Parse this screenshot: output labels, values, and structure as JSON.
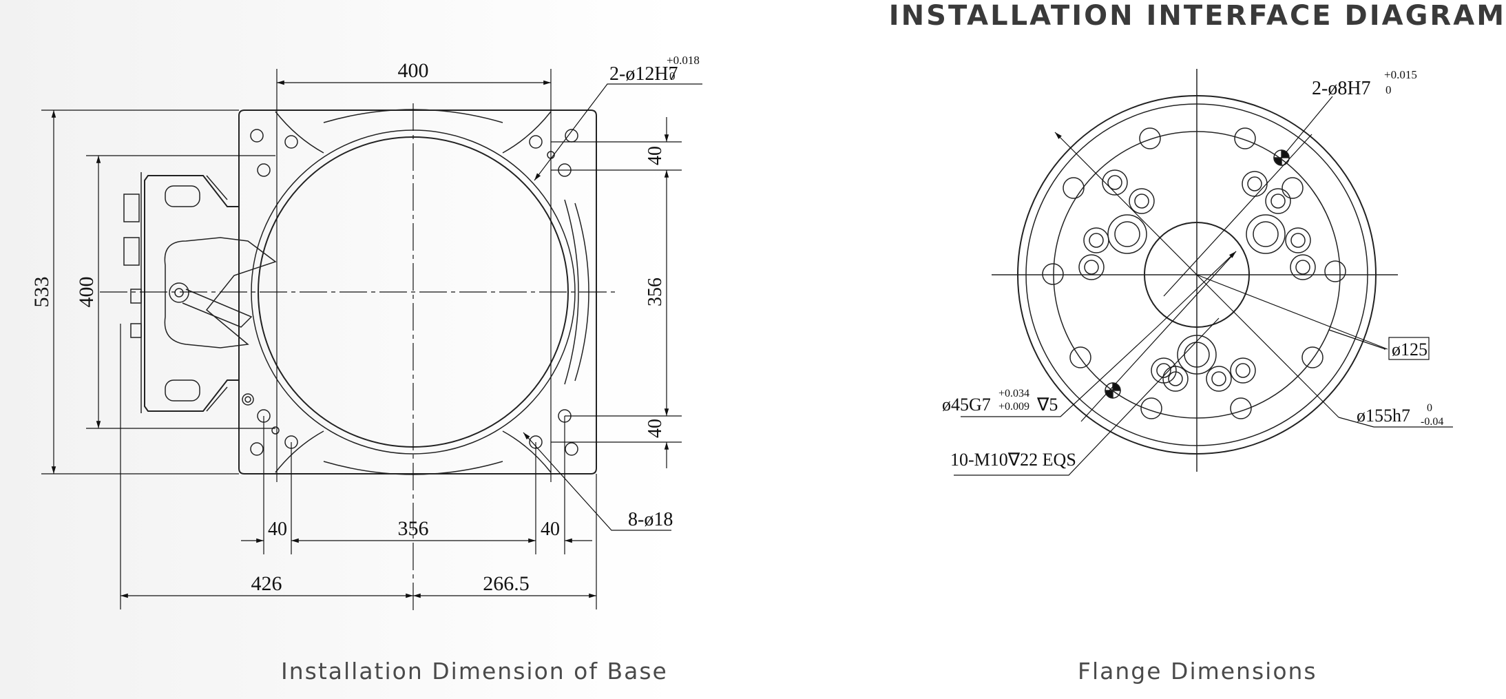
{
  "title": "INSTALLATION INTERFACE DIAGRAM",
  "captions": {
    "base": "Installation Dimension of Base",
    "flange": "Flange Dimensions"
  },
  "base_dims": {
    "top_width": "400",
    "pin_holes": "2-ø12H7",
    "pin_tol_upper": "+0.018",
    "pin_tol_lower": "0",
    "right_40_top": "40",
    "right_356": "356",
    "right_40_bottom": "40",
    "left_533": "533",
    "left_400": "400",
    "bottom_40_left": "40",
    "bottom_356": "356",
    "bottom_40_right": "40",
    "mount_holes": "8-ø18",
    "overall_left": "426",
    "overall_right": "266.5"
  },
  "flange_dims": {
    "pin_holes": "2-ø8H7",
    "pin_tol_upper": "+0.015",
    "pin_tol_lower": "0",
    "pcd": "ø125",
    "outer_dia": "ø155h7",
    "outer_tol_upper": "0",
    "outer_tol_lower": "-0.04",
    "bore": "ø45G7",
    "bore_tol_upper": "+0.034",
    "bore_tol_lower": "+0.009",
    "bore_depth": "∇5",
    "tapped_holes": "10-M10∇22 EQS"
  }
}
